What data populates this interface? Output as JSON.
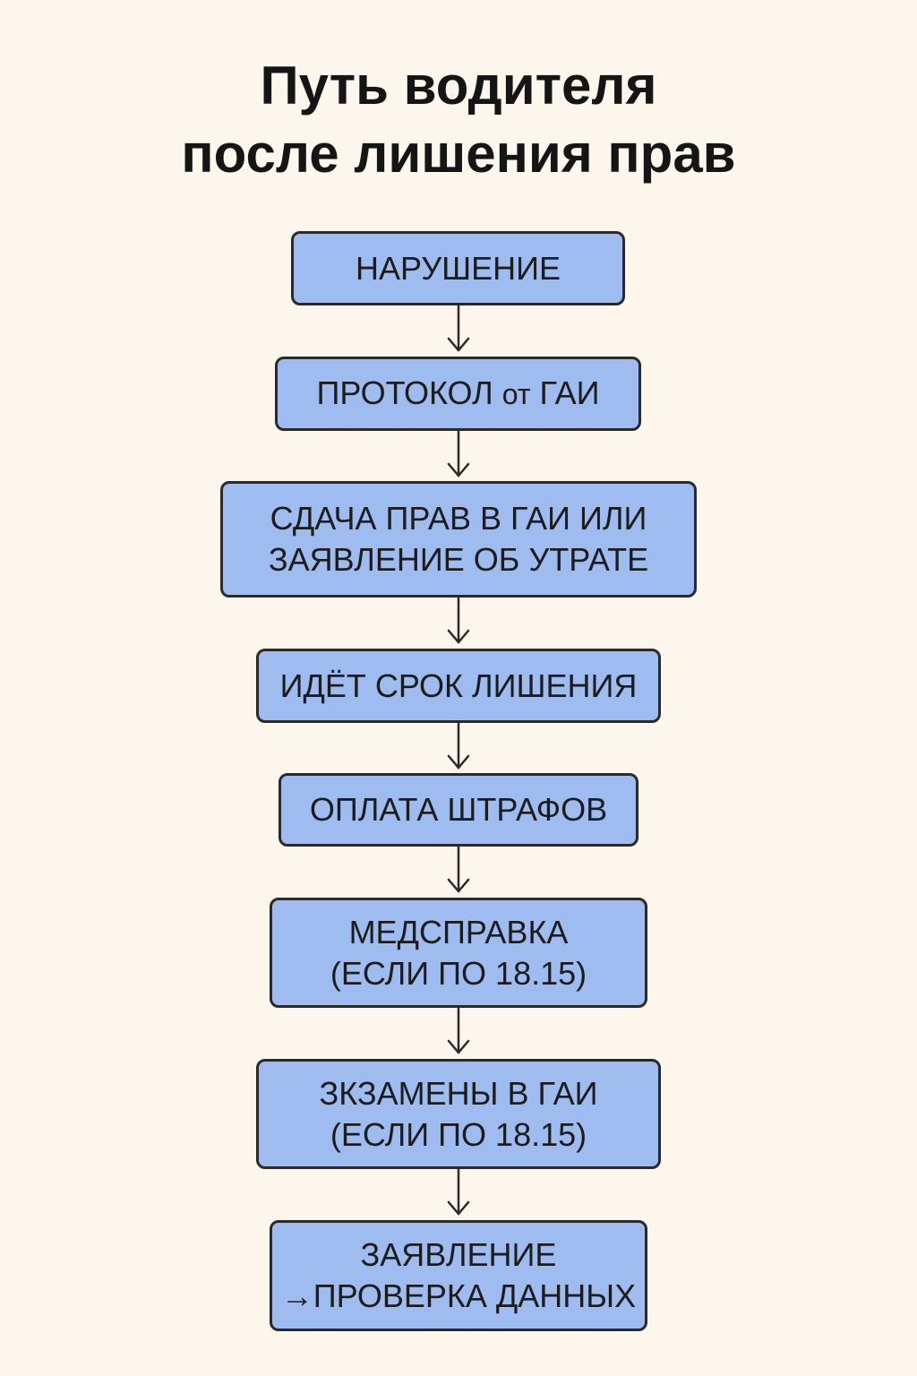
{
  "title": {
    "line1": "Путь водителя",
    "line2": "после лишения прав"
  },
  "steps": [
    {
      "line1": "НАРУШЕНИЕ"
    },
    {
      "line1_a": "ПРОТОКОЛ ",
      "line1_b": "от",
      "line1_c": " ГАИ"
    },
    {
      "line1": "СДАЧА ПРАВ В ГАИ ИЛИ",
      "line2": "ЗАЯВЛЕНИЕ ОБ УТРАТЕ"
    },
    {
      "line1": "ИДЁТ СРОК ЛИШЕНИЯ"
    },
    {
      "line1": "ОПЛАТА ШТРАФОВ"
    },
    {
      "line1": "МЕДСПРАВКА",
      "line2": "(ЕСЛИ ПО 18.15)"
    },
    {
      "line1": "ЗКЗАМЕНЫ В ГАИ",
      "line2": "(ЕСЛИ ПО 18.15)"
    },
    {
      "line1": "ЗАЯВЛЕНИЕ",
      "line2": "→ПРОВЕРКА ДАННЫХ"
    }
  ],
  "colors": {
    "background": "#fdf6ec",
    "box_fill": "#9fbcf0",
    "box_border": "#2a2a2a",
    "arrow": "#2a2a2a"
  }
}
